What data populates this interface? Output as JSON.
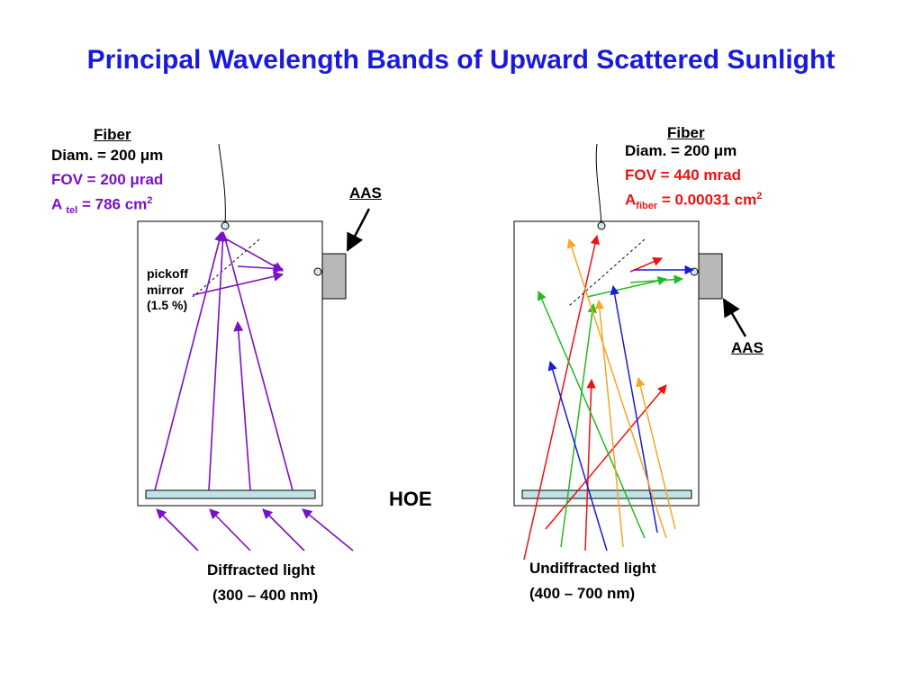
{
  "title": "Principal Wavelength Bands of Upward Scattered Sunlight",
  "left": {
    "fiber_label": "Fiber",
    "diam_prefix": "Diam. = 200 ",
    "diam_unit_mu": "μ",
    "diam_unit": "m",
    "fov_prefix": "FOV = 200 ",
    "fov_unit_mu": "μ",
    "fov_unit": "rad",
    "area_prefix": "A",
    "area_sub": "tel",
    "area_value": " = 786 cm",
    "area_sup": "2",
    "pickoff_line1": "pickoff",
    "pickoff_line2": "mirror",
    "pickoff_line3": "(1.5 %)",
    "aas_label": "AAS",
    "caption_line1": "Diffracted light",
    "caption_line2": "(300 – 400 nm)"
  },
  "right": {
    "fiber_label": "Fiber",
    "diam_prefix": "Diam. = 200 ",
    "diam_unit_mu": "μ",
    "diam_unit": "m",
    "fov": "FOV = 440 mrad",
    "area_prefix": "A",
    "area_sub": "fiber",
    "area_value": " = 0.00031 cm",
    "area_sup": "2",
    "aas_label": "AAS",
    "caption_line1": "Undiffracted light",
    "caption_line2": "(400 – 700 nm)"
  },
  "hoe_label": "HOE",
  "colors": {
    "title": "#1a1adc",
    "purple": "#7a10c8",
    "red": "#ee1111",
    "green": "#22bb22",
    "blue": "#1a1adc",
    "orange": "#f5a623",
    "hoe_fill": "#bfe3e6",
    "aas_fill": "#b8b8b8"
  }
}
